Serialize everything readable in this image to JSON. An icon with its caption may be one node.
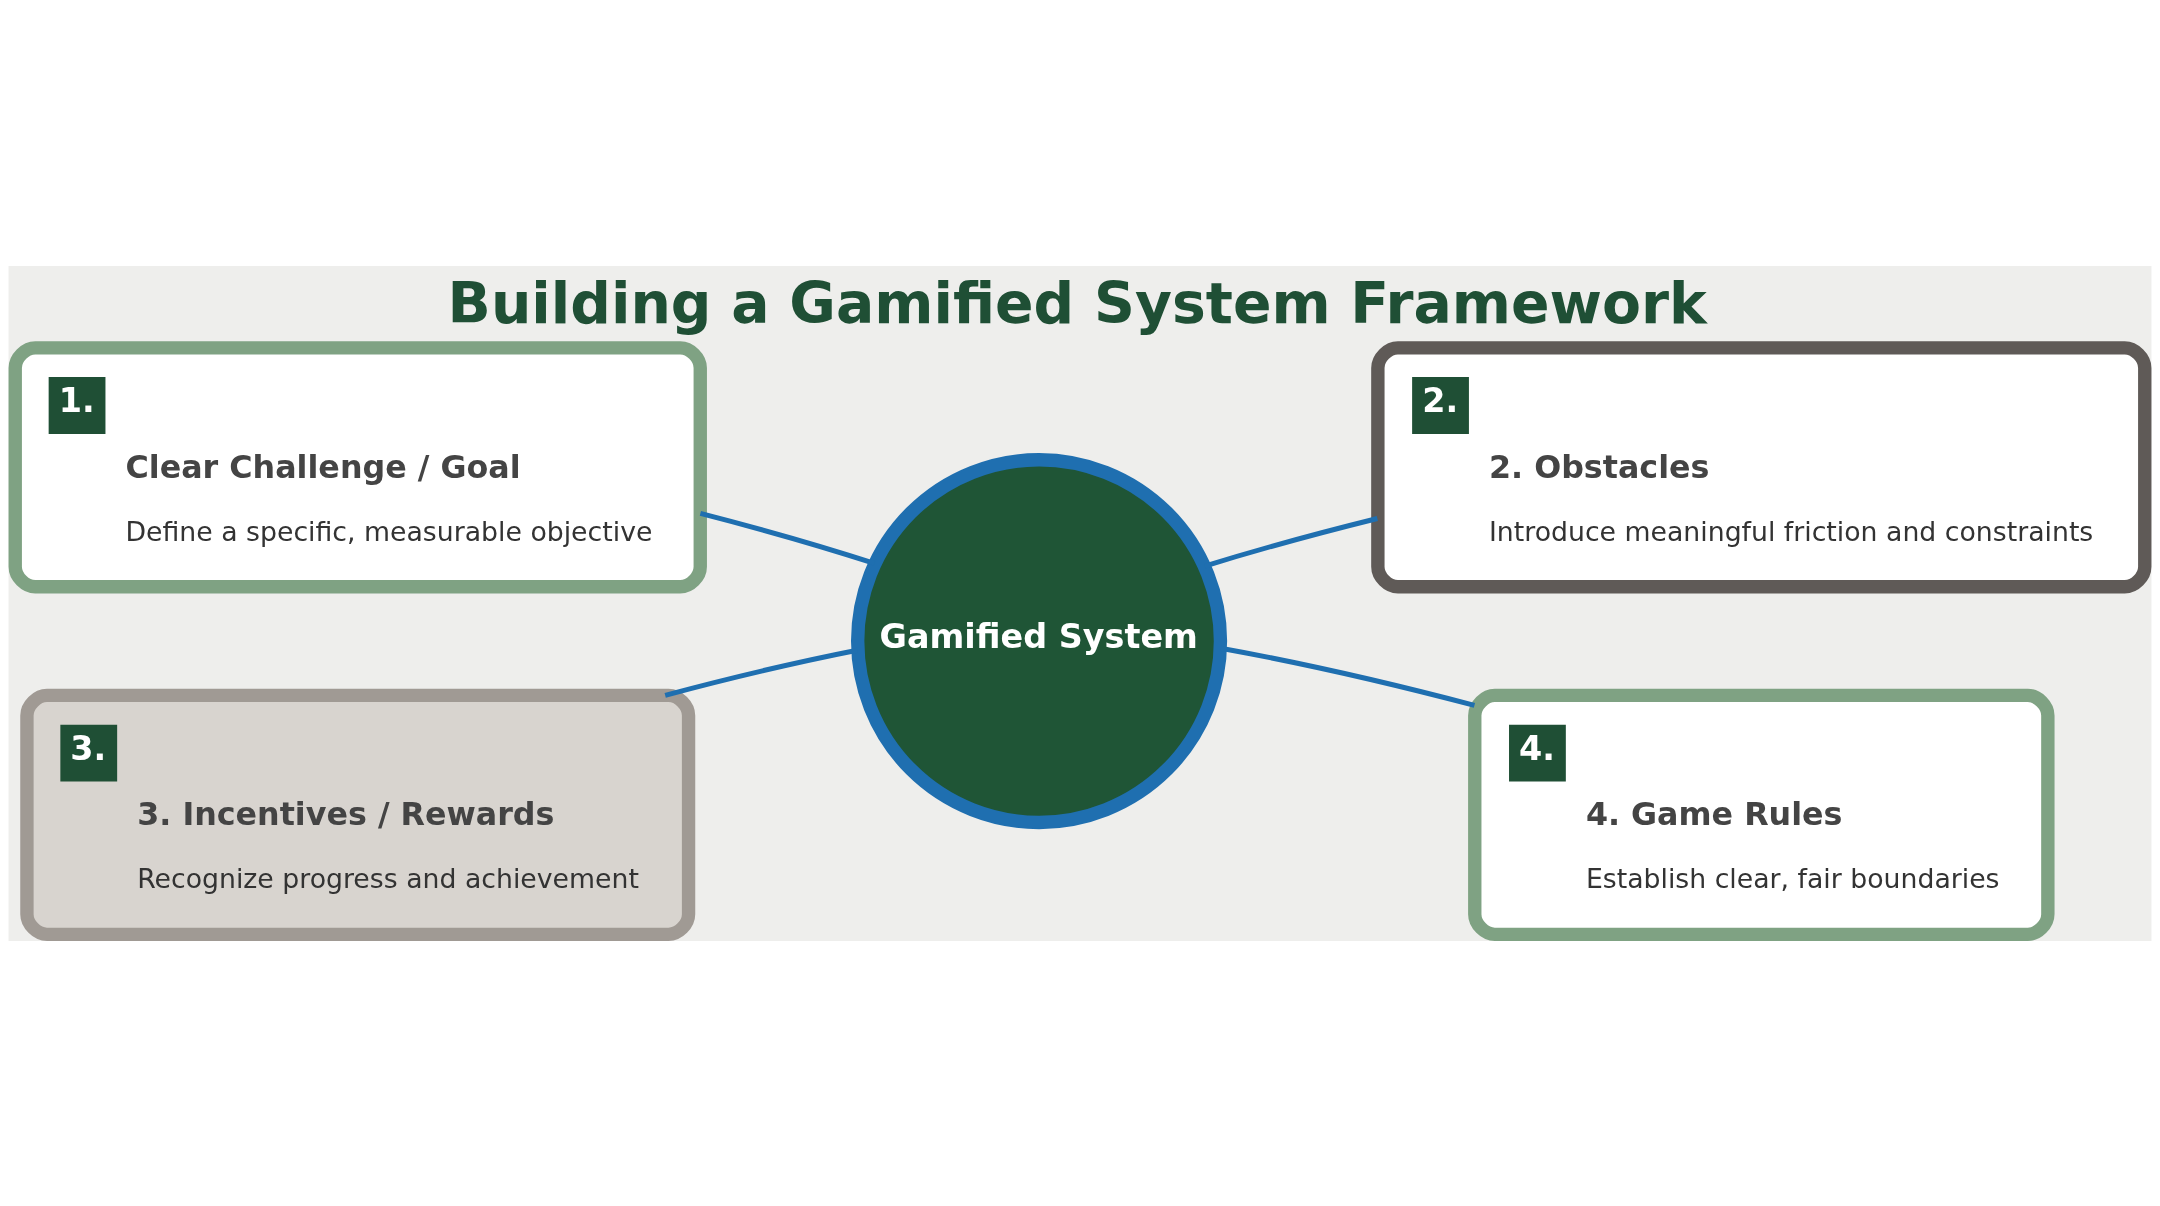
{
  "diagram": {
    "title": "Building a Gamified System Framework",
    "nodes": [
      {
        "text": [
          "1.",
          "Clear Challenge / Goal",
          "Define a specific, measurable objective"
        ]
      },
      {
        "text": [
          "2.",
          "2. Obstacles",
          "Introduce meaningful friction and constraints"
        ]
      },
      {
        "text": [
          "Gamified System"
        ]
      },
      {
        "text": [
          "3.",
          "3. Incentives / Rewards",
          "Recognize progress and achievement"
        ]
      },
      {
        "text": [
          "4.",
          "4. Game Rules",
          "Establish clear, fair boundaries"
        ]
      }
    ],
    "edges": [
      {
        "from": 2,
        "to": 0,
        "arrow": "none"
      },
      {
        "from": 2,
        "to": 1,
        "arrow": "none"
      },
      {
        "from": 2,
        "to": 3,
        "arrow": "none"
      },
      {
        "from": 2,
        "to": 4,
        "arrow": "none"
      }
    ]
  }
}
